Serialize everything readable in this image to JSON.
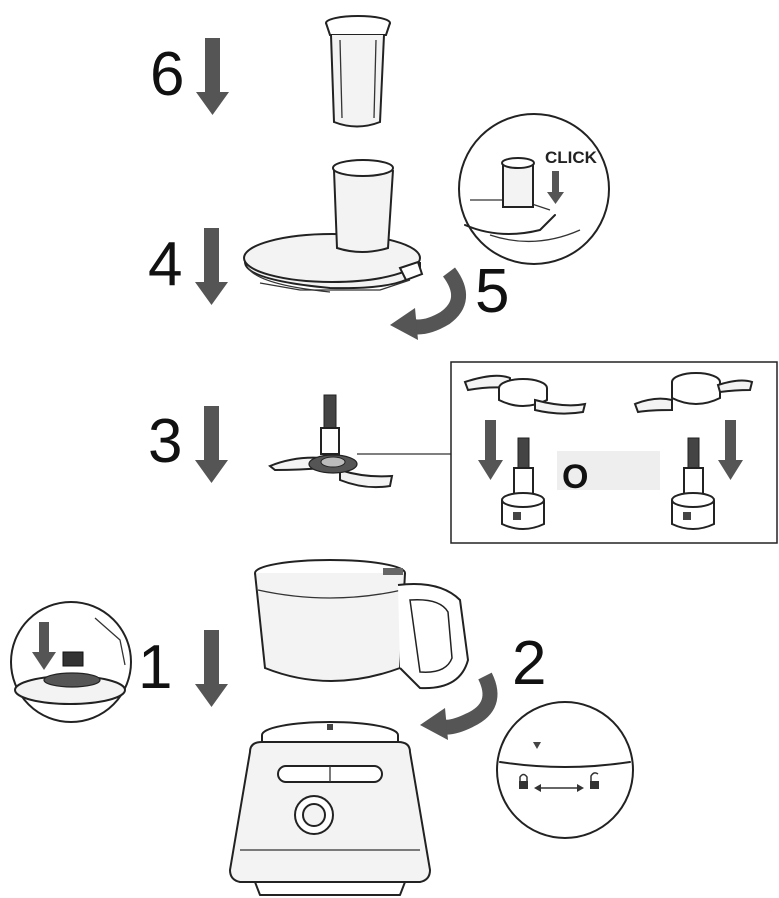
{
  "steps": {
    "s1": "1",
    "s2": "2",
    "s3": "3",
    "s4": "4",
    "s5": "5",
    "s6": "6"
  },
  "callouts": {
    "click_label": "CLICK",
    "or_label": "O"
  },
  "colors": {
    "line": "#222222",
    "arrow_fill": "#555555",
    "part_fill": "#f3f3f3",
    "or_box_fill": "#eeeeee"
  },
  "icons": {
    "down_arrow": "down-arrow-icon",
    "twist_arrow": "curved-twist-arrow-icon",
    "lock": "padlock-closed-icon",
    "unlock": "padlock-open-icon"
  }
}
